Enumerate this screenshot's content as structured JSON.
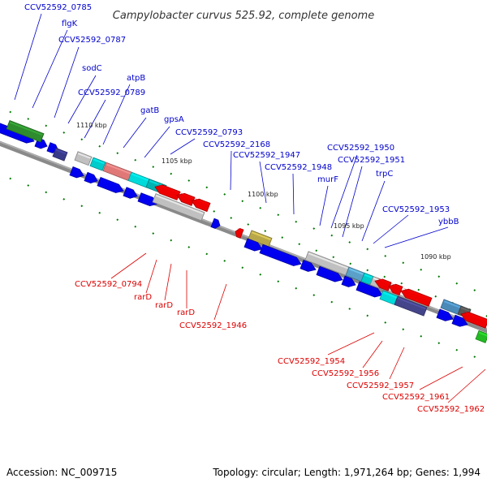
{
  "title": "Campylobacter curvus 525.92, complete genome",
  "footer": {
    "accession": "Accession: NC_009715",
    "summary": "Topology: circular; Length: 1,971,264 bp; Genes: 1,994"
  },
  "colors": {
    "forward_label": "#0000cc",
    "reverse_label": "#dd0000",
    "forward_cds": "#0000ee",
    "reverse_cds": "#ee0000",
    "backbone": "#808080",
    "tick": "#007700"
  },
  "ticks": [
    "1110 kbp",
    "1105 kbp",
    "1100 kbp",
    "1095 kbp",
    "1090 kbp"
  ],
  "forward_labels": [
    "CCV52592_0785",
    "flgK",
    "CCV52592_0787",
    "sodC",
    "atpB",
    "CCV52592_0789",
    "gatB",
    "gpsA",
    "CCV52592_0793",
    "CCV52592_2168",
    "CCV52592_1947",
    "CCV52592_1948",
    "murF",
    "CCV52592_1950",
    "CCV52592_1951",
    "trpC",
    "CCV52592_1953",
    "ybbB"
  ],
  "reverse_labels": [
    "CCV52592_0794",
    "rarD",
    "rarD",
    "rarD",
    "CCV52592_1946",
    "CCV52592_1954",
    "CCV52592_1956",
    "CCV52592_1957",
    "CCV52592_1961",
    "CCV52592_1962"
  ]
}
